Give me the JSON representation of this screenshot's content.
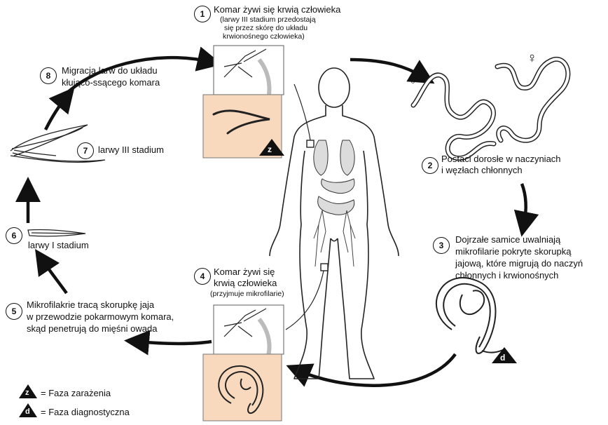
{
  "steps": [
    {
      "num": "1",
      "line1": "Komar żywi się krwią człowieka",
      "sub1": "(larwy III stadium przedostają",
      "sub2": "się przez skórę do układu",
      "sub3": "krwionośnego człowieka)"
    },
    {
      "num": "2",
      "line1": "Postaci dorosłe w naczyniach",
      "line2": "i węzłach chłonnych"
    },
    {
      "num": "3",
      "line1": "Dojrzałe samice uwalniają",
      "line2": "mikrofilarie pokryte skorupką",
      "line3": "jajową, które migrują do naczyń",
      "line4": "chłonnych i krwionośnych"
    },
    {
      "num": "4",
      "line1": "Komar żywi się",
      "line2": "krwią człowieka",
      "sub1": "(przyjmuje mikrofilarie)"
    },
    {
      "num": "5",
      "line1": "Mikrofilakrie tracą skorupkę jaja",
      "line2": "w przewodzie pokarmowym komara,",
      "line3": "skąd penetrują do mięśni owada"
    },
    {
      "num": "6",
      "line1": "larwy I stadium"
    },
    {
      "num": "7",
      "line1": "larwy III stadium"
    },
    {
      "num": "8",
      "line1": "Migracja larw do układu",
      "line2": "kłująco-ssącego komara"
    }
  ],
  "symbols": {
    "male": "♂",
    "female": "♀",
    "z": "z",
    "d": "d"
  },
  "legend": {
    "z_label": "= Faza zarażenia",
    "d_label": "= Faza diagnostyczna"
  }
}
